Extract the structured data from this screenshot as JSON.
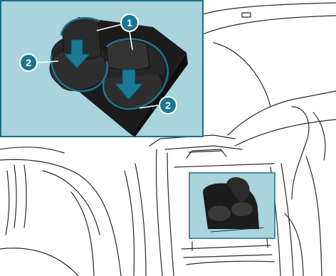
{
  "callouts": [
    {
      "id": "callout-1",
      "label": "1"
    },
    {
      "id": "callout-2-left",
      "label": "2"
    },
    {
      "id": "callout-2-right",
      "label": "2"
    }
  ],
  "colors": {
    "inset_background": "#a9d3dd",
    "inset_border": "#1b6f86",
    "callout_fill": "#1b7591",
    "arrow_fill": "#1a7a96",
    "line_art": "#2a2a2a",
    "cupholder_dark": "#1c1c1c"
  },
  "icons": {
    "arrow": "arrow-down-icon"
  }
}
